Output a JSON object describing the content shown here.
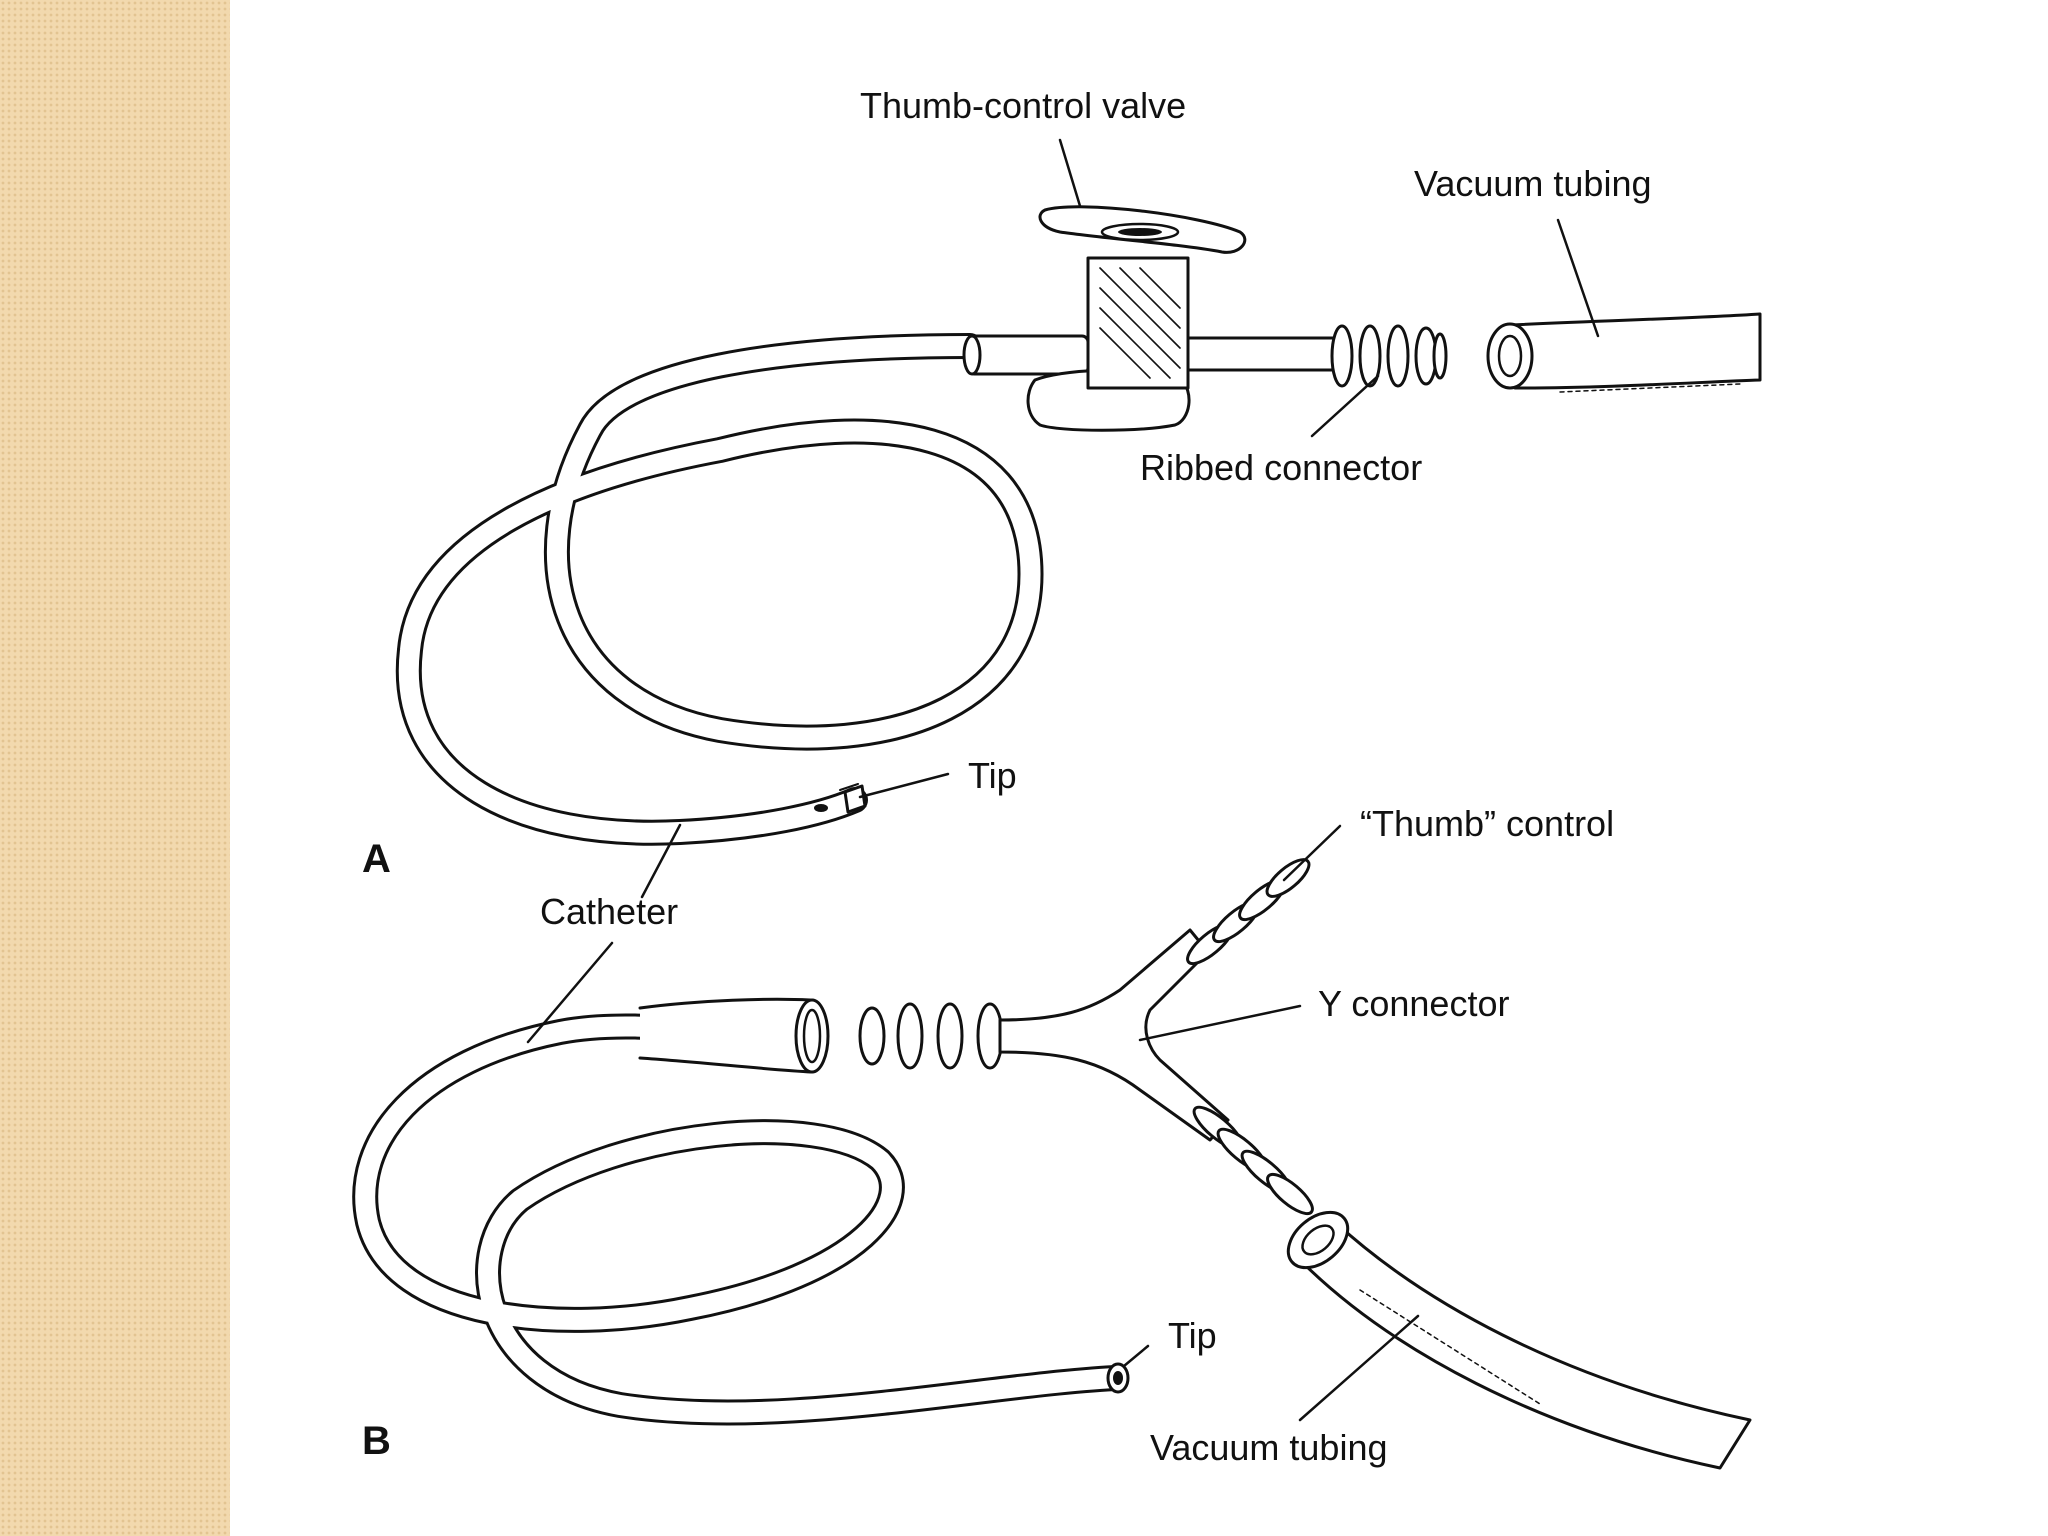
{
  "colors": {
    "side_band": "#f2d9ae",
    "ink": "#111111",
    "background": "#ffffff"
  },
  "panels": {
    "a": "A",
    "b": "B"
  },
  "labels": {
    "a_thumb_valve": "Thumb-control valve",
    "a_vacuum_tubing": "Vacuum tubing",
    "a_ribbed_connector": "Ribbed connector",
    "a_tip": "Tip",
    "catheter": "Catheter",
    "b_thumb_control": "“Thumb” control",
    "b_y_connector": "Y connector",
    "b_tip": "Tip",
    "b_vacuum_tubing": "Vacuum tubing"
  }
}
